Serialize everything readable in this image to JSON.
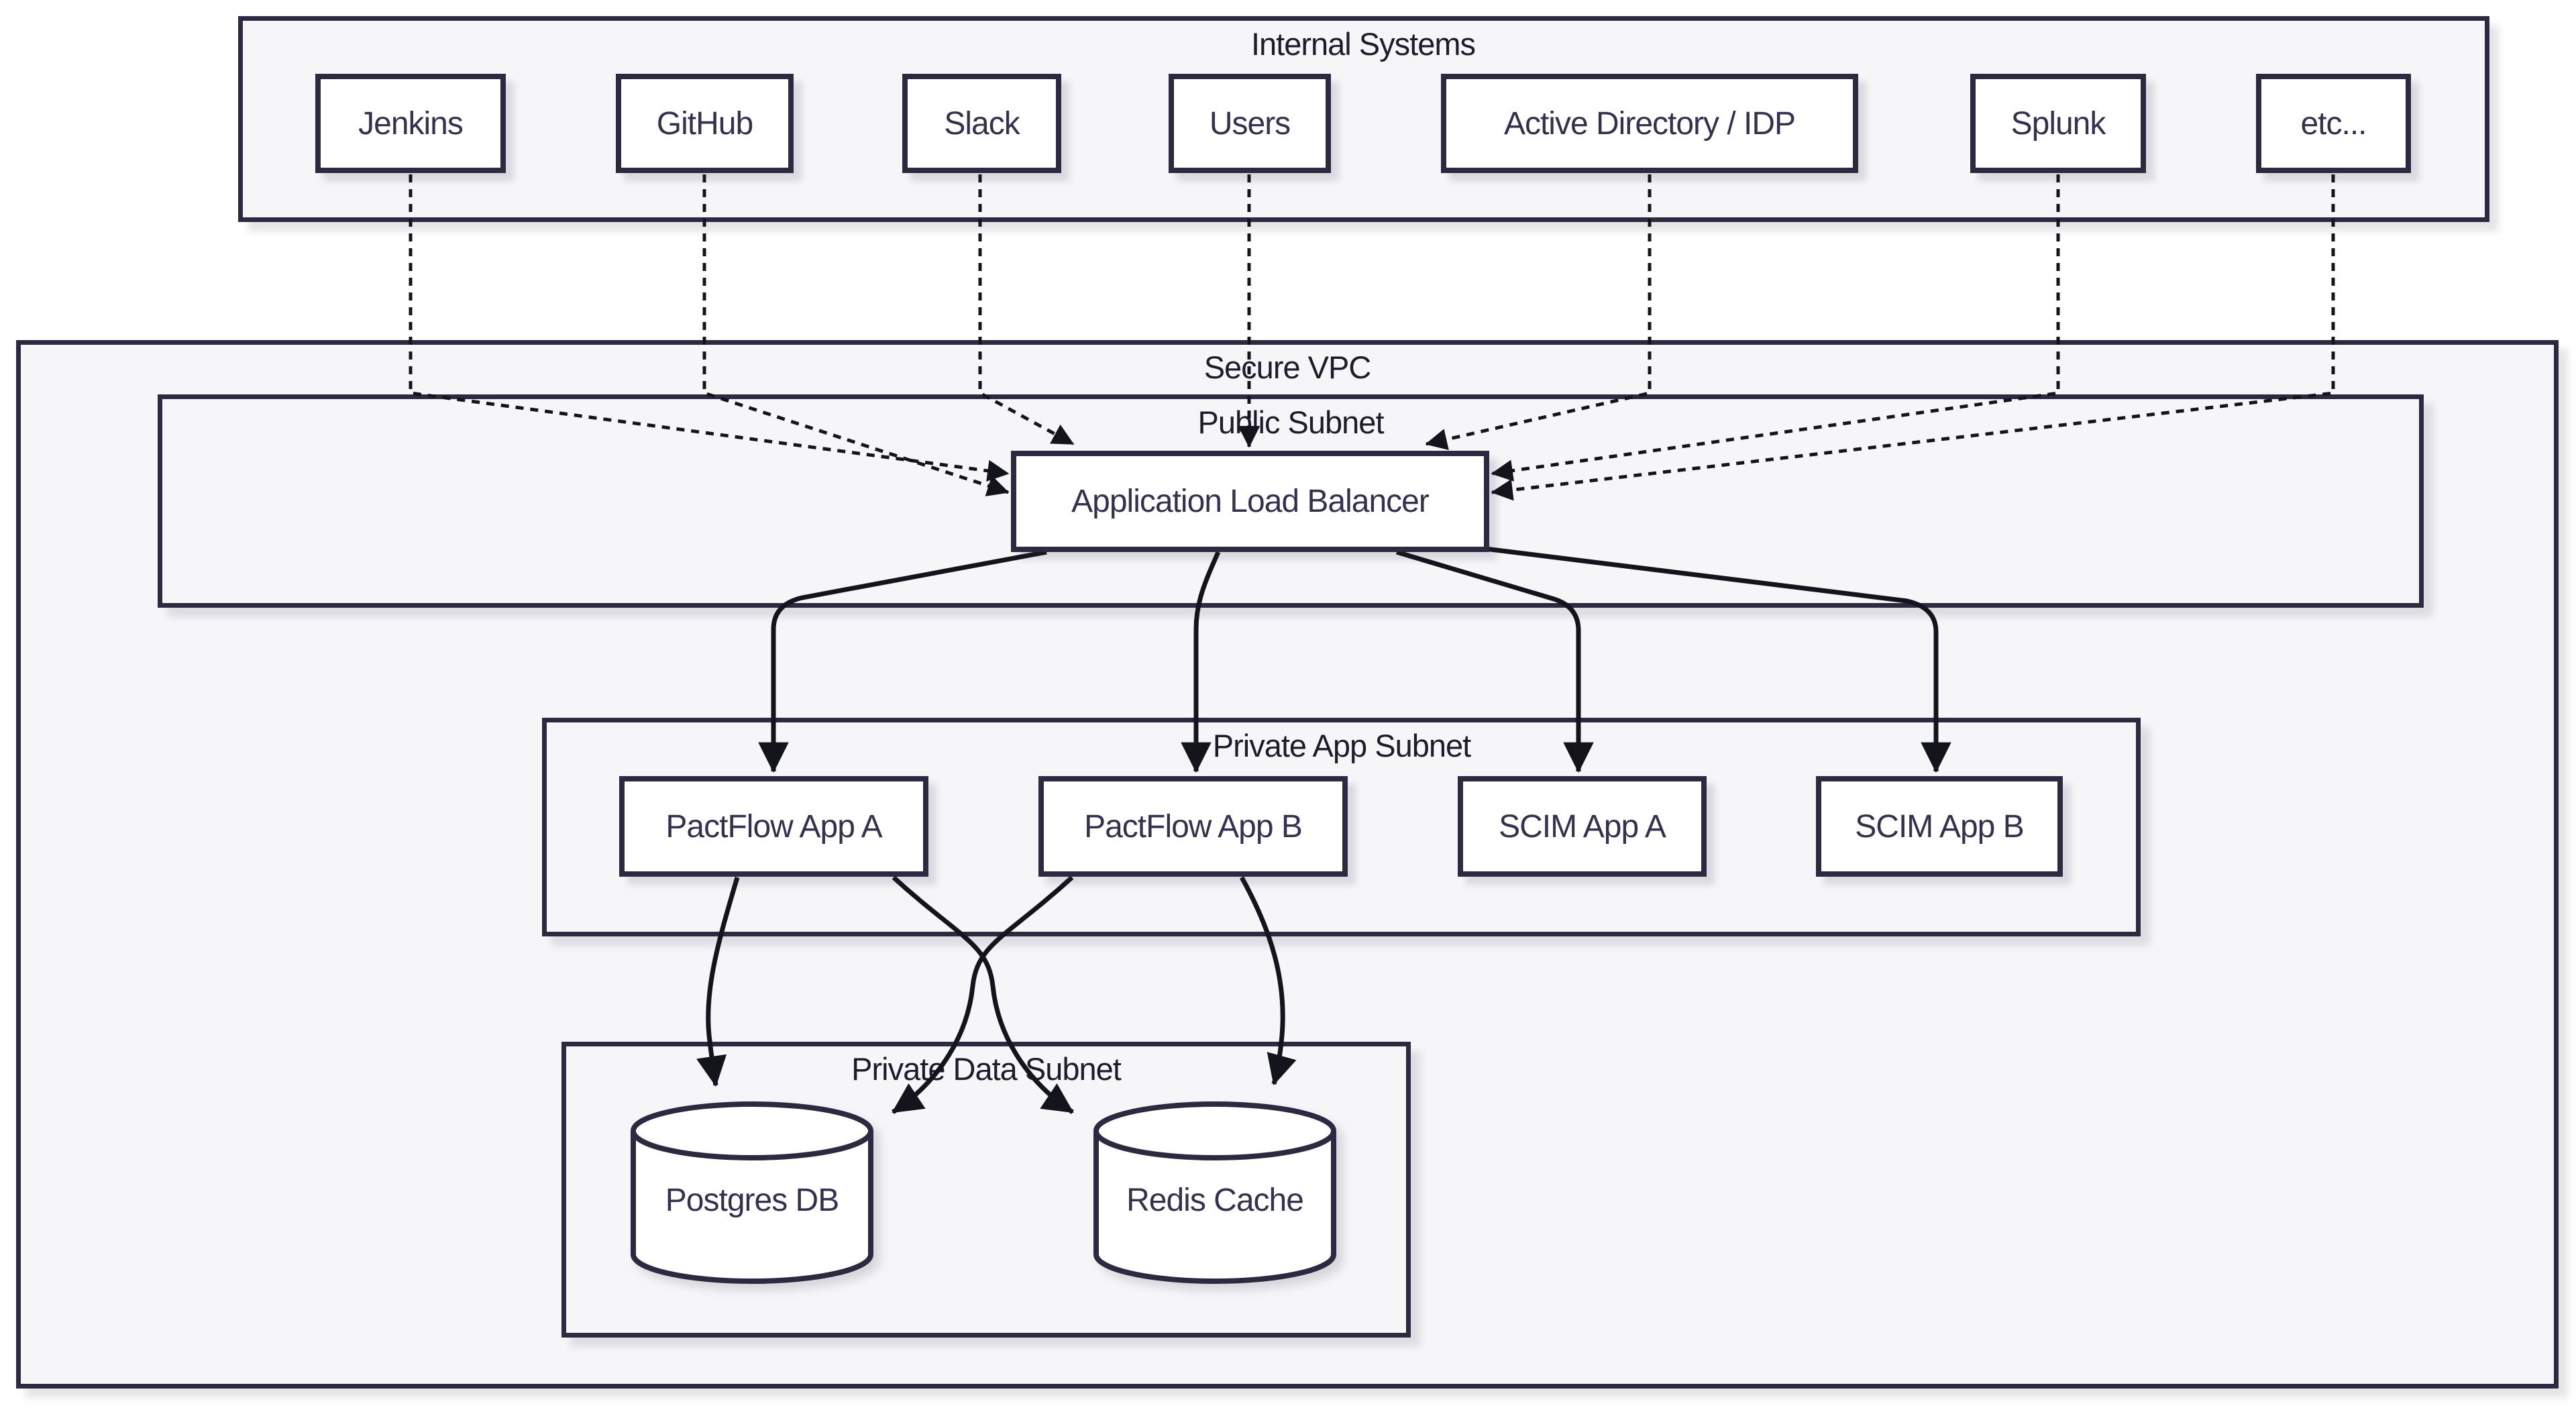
{
  "internal_systems": {
    "title": "Internal Systems",
    "nodes": [
      {
        "id": "jenkins",
        "label": "Jenkins"
      },
      {
        "id": "github",
        "label": "GitHub"
      },
      {
        "id": "slack",
        "label": "Slack"
      },
      {
        "id": "users",
        "label": "Users"
      },
      {
        "id": "active-directory-idp",
        "label": "Active Directory / IDP"
      },
      {
        "id": "splunk",
        "label": "Splunk"
      },
      {
        "id": "etc",
        "label": "etc..."
      }
    ]
  },
  "vpc": {
    "title": "Secure VPC",
    "public_subnet": {
      "title": "Public Subnet",
      "alb": {
        "label": "Application Load Balancer"
      }
    },
    "private_app_subnet": {
      "title": "Private App Subnet",
      "apps": [
        {
          "id": "pactflow-app-a",
          "label": "PactFlow App A"
        },
        {
          "id": "pactflow-app-b",
          "label": "PactFlow App B"
        },
        {
          "id": "scim-app-a",
          "label": "SCIM App A"
        },
        {
          "id": "scim-app-b",
          "label": "SCIM App B"
        }
      ]
    },
    "private_data_subnet": {
      "title": "Private Data Subnet",
      "stores": [
        {
          "id": "postgres-db",
          "label": "Postgres DB",
          "shape": "cylinder"
        },
        {
          "id": "redis-cache",
          "label": "Redis Cache",
          "shape": "cylinder"
        }
      ]
    }
  },
  "edges": [
    {
      "from": "Jenkins",
      "to": "Application Load Balancer",
      "style": "dotted"
    },
    {
      "from": "GitHub",
      "to": "Application Load Balancer",
      "style": "dotted"
    },
    {
      "from": "Slack",
      "to": "Application Load Balancer",
      "style": "dotted"
    },
    {
      "from": "Users",
      "to": "Application Load Balancer",
      "style": "dotted"
    },
    {
      "from": "Active Directory / IDP",
      "to": "Application Load Balancer",
      "style": "dotted"
    },
    {
      "from": "Splunk",
      "to": "Application Load Balancer",
      "style": "dotted"
    },
    {
      "from": "etc...",
      "to": "Application Load Balancer",
      "style": "dotted"
    },
    {
      "from": "Application Load Balancer",
      "to": "PactFlow App A",
      "style": "solid"
    },
    {
      "from": "Application Load Balancer",
      "to": "PactFlow App B",
      "style": "solid"
    },
    {
      "from": "Application Load Balancer",
      "to": "SCIM App A",
      "style": "solid"
    },
    {
      "from": "Application Load Balancer",
      "to": "SCIM App B",
      "style": "solid"
    },
    {
      "from": "PactFlow App A",
      "to": "Postgres DB",
      "style": "solid"
    },
    {
      "from": "PactFlow App A",
      "to": "Redis Cache",
      "style": "solid"
    },
    {
      "from": "PactFlow App B",
      "to": "Postgres DB",
      "style": "solid"
    },
    {
      "from": "PactFlow App B",
      "to": "Redis Cache",
      "style": "solid"
    }
  ],
  "colors": {
    "background": "#ffffff",
    "container_fill": "#f6f6f9",
    "node_fill": "#ffffff",
    "border": "#2b2a40",
    "text": "#33314e",
    "title_text": "#1d1c2a",
    "edge": "#14141d"
  }
}
